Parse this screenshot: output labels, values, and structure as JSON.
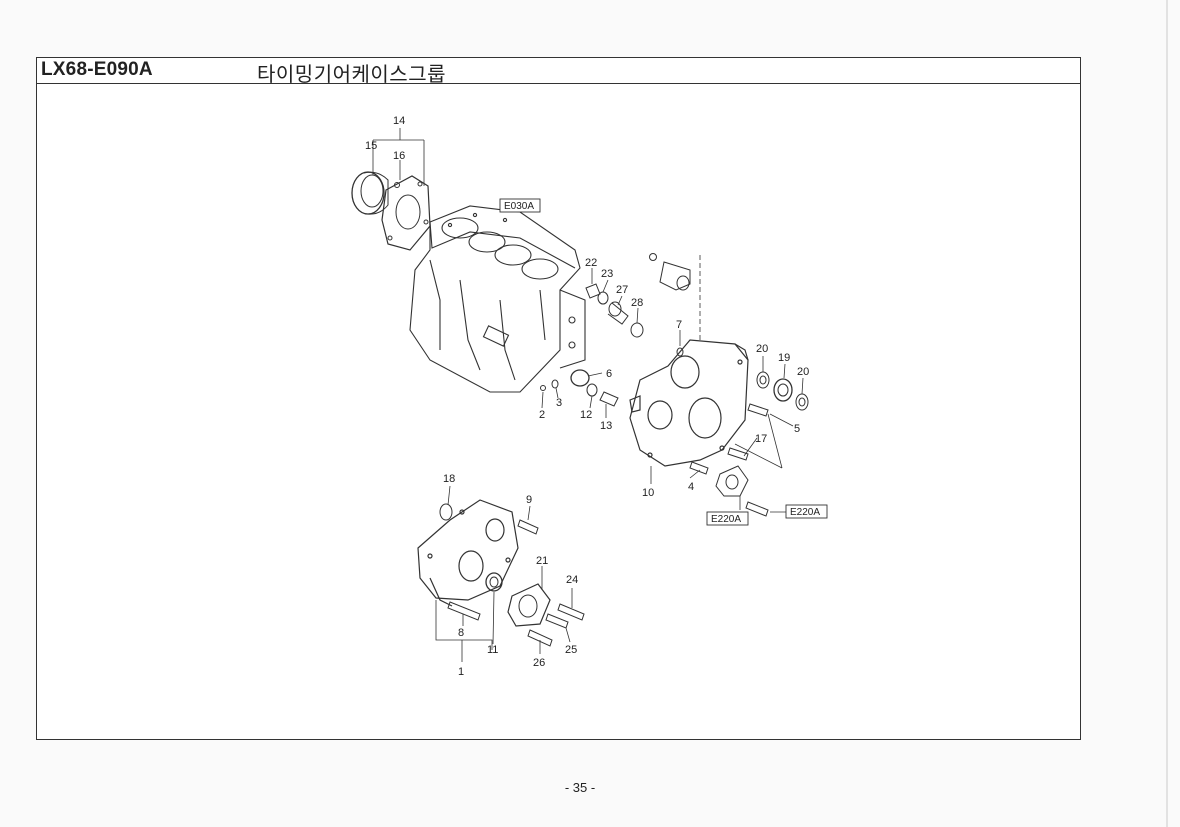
{
  "header": {
    "code": "LX68-E090A",
    "title": "타이밍기어케이스그룹"
  },
  "labels": {
    "p14": "14",
    "p15": "15",
    "p16": "16",
    "p22": "22",
    "p23": "23",
    "p27": "27",
    "p28": "28",
    "p7": "7",
    "p20a": "20",
    "p19": "19",
    "p20b": "20",
    "p6": "6",
    "p3": "3",
    "p2": "2",
    "p12": "12",
    "p13": "13",
    "p5": "5",
    "p17": "17",
    "p4": "4",
    "p10": "10",
    "p18": "18",
    "p9": "9",
    "p21": "21",
    "p24": "24",
    "p8": "8",
    "p25": "25",
    "p11": "11",
    "p26": "26",
    "p1": "1"
  },
  "refs": {
    "block": "E030A",
    "pump_1": "E220A",
    "pump_2": "E220A"
  },
  "footer": {
    "page": "- 35 -"
  }
}
